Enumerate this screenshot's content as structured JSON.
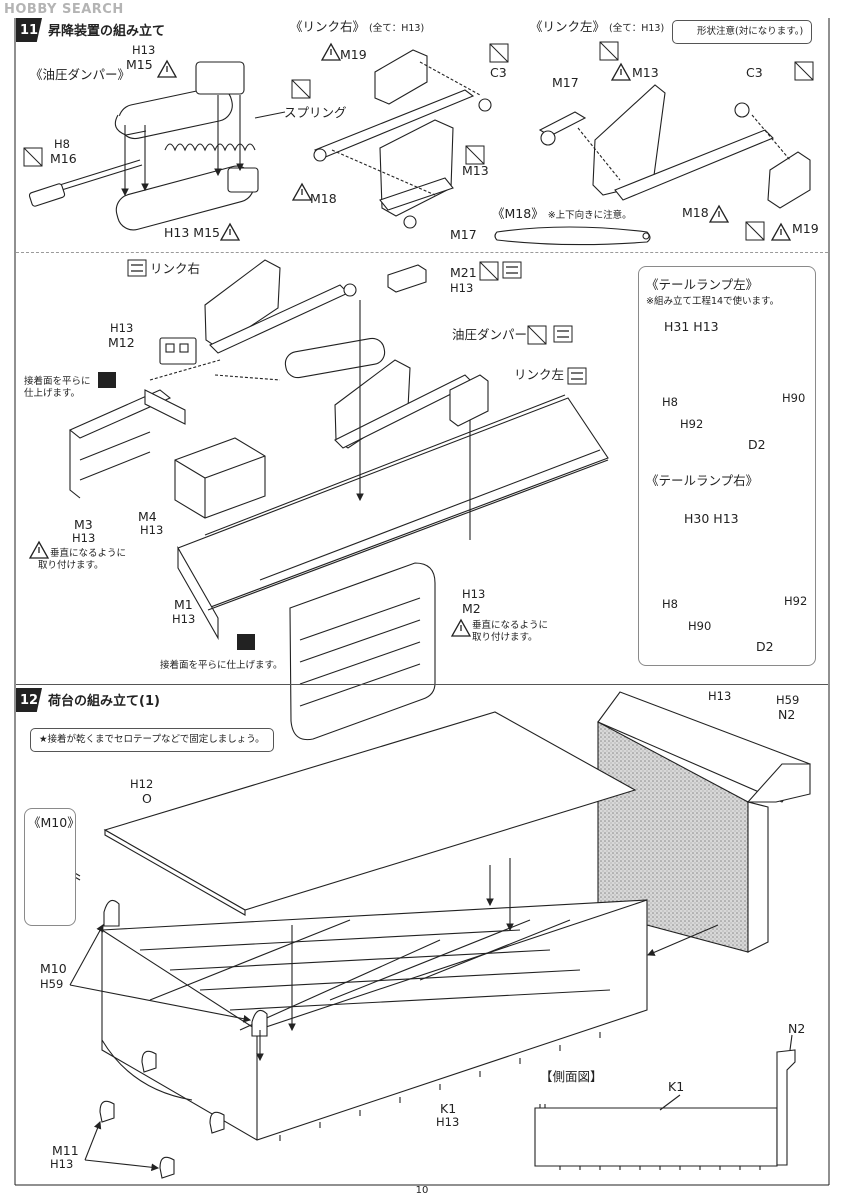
{
  "watermark": "HOBBY SEARCH",
  "page_number": "10",
  "top_note": "形状注意(対になります。)",
  "step11": {
    "number": "11",
    "title": "昇降装置の組み立て",
    "groups": {
      "damper": "《油圧ダンパー》",
      "link_right": "《リンク右》",
      "link_right_note": "(全て：H13)",
      "link_left": "《リンク左》",
      "link_left_note": "(全て：H13)",
      "m18": "《M18》",
      "m18_note": "※上下向きに注意。"
    },
    "parts": {
      "h13_m15_top": "H13",
      "m15_top": "M15",
      "spring": "スプリング",
      "h8": "H8",
      "m16": "M16",
      "h13_m15_bottom": "H13 M15",
      "m19_right": "M19",
      "c3_right": "C3",
      "m18_right": "M18",
      "m13_right": "M13",
      "m17_right": "M17",
      "m17_left": "M17",
      "m13_left": "M13",
      "c3_left": "C3",
      "m18_left": "M18",
      "m19_left": "M19"
    },
    "assembly": {
      "link_right": "リンク右",
      "m21": "M21",
      "h13_m21": "H13",
      "damper": "油圧ダンパー",
      "link_left": "リンク左",
      "h13_m12": "H13",
      "m12": "M12",
      "flat_note_1": "接着面を平らに",
      "flat_note_2": "仕上げます。",
      "m4": "M4",
      "h13_m4": "H13",
      "m3": "M3",
      "h13_m3": "H13",
      "vertical_note_1": "垂直になるように",
      "vertical_note_2": "取り付けます。",
      "m1": "M1",
      "h13_m1": "H13",
      "h13_m2": "H13",
      "m2": "M2",
      "vertical_note_m2_1": "垂直になるように",
      "vertical_note_m2_2": "取り付けます。",
      "flat_note_bottom": "接着面を平らに仕上げます。"
    },
    "tail_left": {
      "title": "《テールランプ左》",
      "note": "※組み立て工程14で使います。",
      "h31": "H31",
      "h13": "H13",
      "h8": "H8",
      "h90": "H90",
      "h92": "H92",
      "d2": "D2"
    },
    "tail_right": {
      "title": "《テールランプ右》",
      "h30": "H30",
      "h13": "H13",
      "h8": "H8",
      "h92": "H92",
      "h90": "H90",
      "d2": "D2"
    }
  },
  "step12": {
    "number": "12",
    "title": "荷台の組み立て(1)",
    "note": "★接着が乾くまでセロテープなどで固定しましょう。",
    "m10_group": "《M10》",
    "parts": {
      "h13_n2": "H13",
      "h59_n2": "H59",
      "n2": "N2",
      "h12": "H12",
      "o": "O",
      "m10": "M10",
      "h59_m10": "H59",
      "k1": "K1",
      "h13_k1": "H13",
      "m11": "M11",
      "h13_m11": "H13"
    },
    "side_view": {
      "title": "【側面図】",
      "n2": "N2",
      "k1": "K1"
    }
  }
}
